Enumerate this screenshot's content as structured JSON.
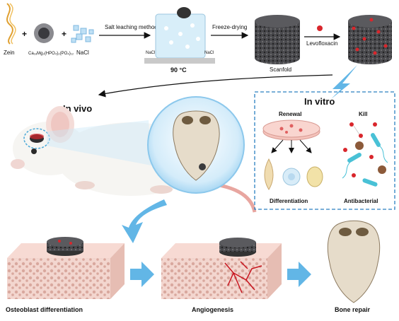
{
  "labels": {
    "zein": "Zein",
    "cmp": "Ca₁₈Mg₂(HPO₄)₂(PO₄)₁₂",
    "nacl": "NaCl",
    "plus": "+",
    "salt_leaching": "Salt leaching method",
    "temp": "90 °C",
    "freeze_drying": "Freeze-drying",
    "scaffold": "Scanfold",
    "levofloxacin": "Levofloxacin",
    "beaker_nacl": "NaCl",
    "in_vivo": "In vivo",
    "in_vitro": "In vitro",
    "renewal": "Renewal",
    "kill": "Kill",
    "differentiation": "Differentiation",
    "antibacterial": "Antibacterial",
    "osteoblast": "Osteoblast differentiation",
    "angiogenesis": "Angiogenesis",
    "bone_repair": "Bone repair"
  },
  "colors": {
    "arrow_blue": "#62b6e6",
    "dash_blue": "#2a7fc1",
    "scaffold_dark": "#3a3a3c",
    "drug_red": "#d9262c",
    "tissue_pink": "#f0cfc8",
    "vessel_red": "#c8141e",
    "skull": "#e6dcca",
    "bacteria_cyan": "#49c1d6"
  },
  "icons": [
    "zein-fiber-icon",
    "particle-icon",
    "nacl-crystals-icon",
    "beaker-icon",
    "mouse-icon",
    "skull-icon",
    "petri-dish-icon",
    "bacteria-icon"
  ]
}
